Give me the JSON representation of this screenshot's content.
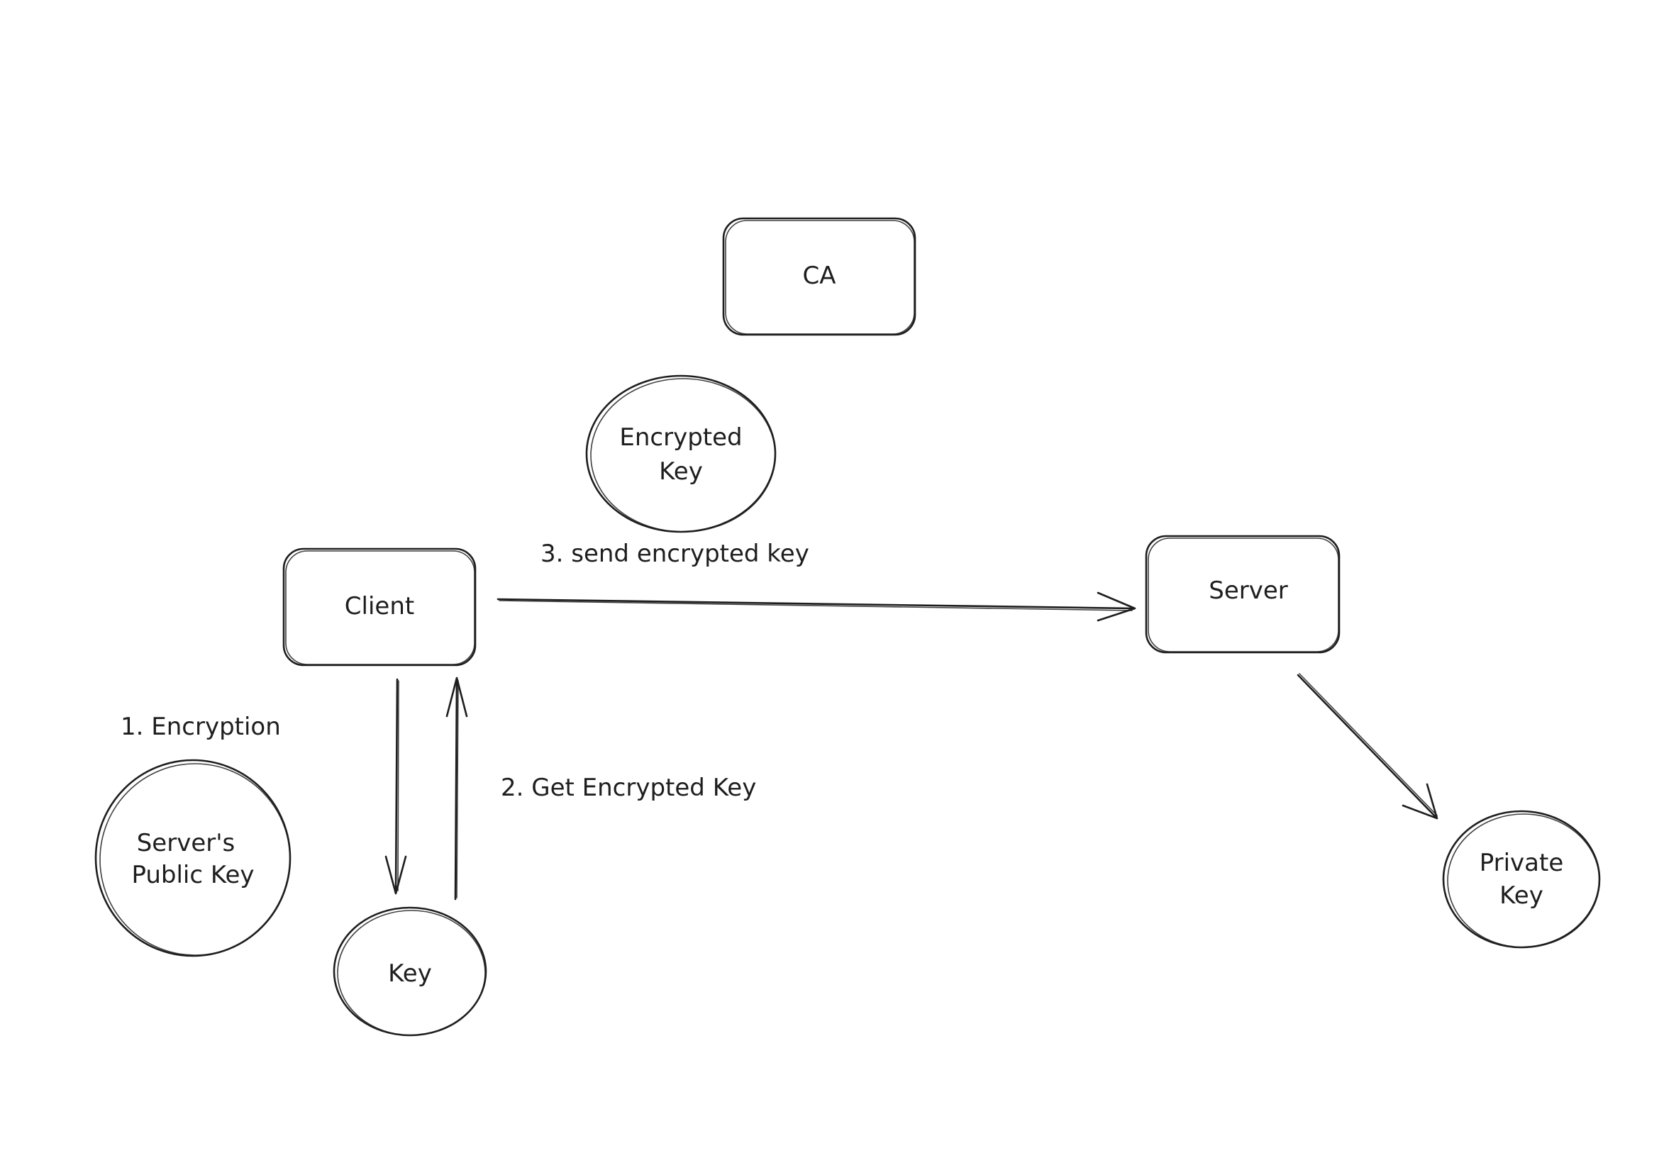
{
  "nodes": {
    "ca": {
      "label": "CA"
    },
    "encrypted_key": {
      "line1": "Encrypted",
      "line2": "Key"
    },
    "client": {
      "label": "Client"
    },
    "server": {
      "label": "Server"
    },
    "servers_public_key": {
      "line1": "Server's",
      "line2": "Public Key"
    },
    "key": {
      "label": "Key"
    },
    "private_key": {
      "line1": "Private",
      "line2": "Key"
    }
  },
  "edges": {
    "send_encrypted_key": {
      "label": "3. send encrypted key"
    },
    "encryption": {
      "label": "1. Encryption"
    },
    "get_encrypted_key": {
      "label": "2. Get Encrypted Key"
    }
  },
  "colors": {
    "stroke": "#1e1e1e",
    "background": "#ffffff"
  }
}
